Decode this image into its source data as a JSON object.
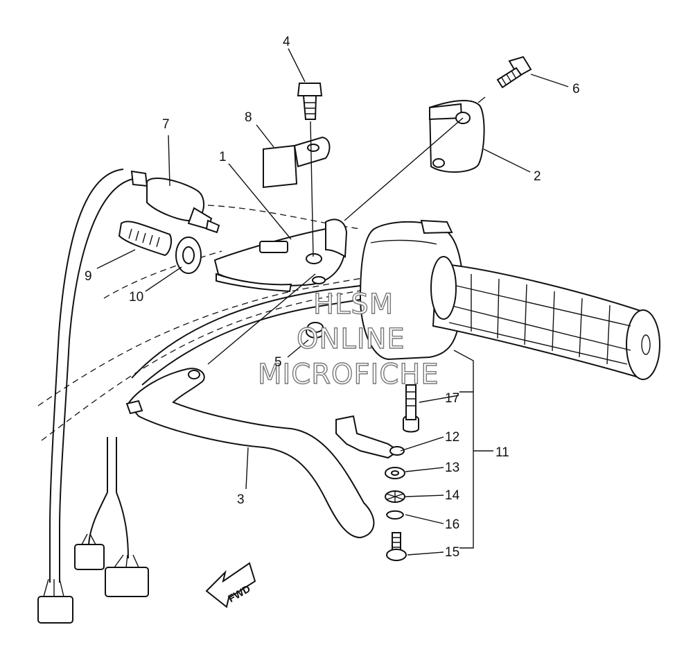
{
  "parts": {
    "p1": "1",
    "p2": "2",
    "p3": "3",
    "p4": "4",
    "p5": "5",
    "p6": "6",
    "p7": "7",
    "p8": "8",
    "p9": "9",
    "p10": "10",
    "p11": "11",
    "p12": "12",
    "p13": "13",
    "p14": "14",
    "p15": "15",
    "p16": "16",
    "p17": "17"
  },
  "watermark": {
    "line1": "HLSM",
    "line2": "ONLINE",
    "line3": "MICROFICHE"
  },
  "direction_label": "FWD"
}
